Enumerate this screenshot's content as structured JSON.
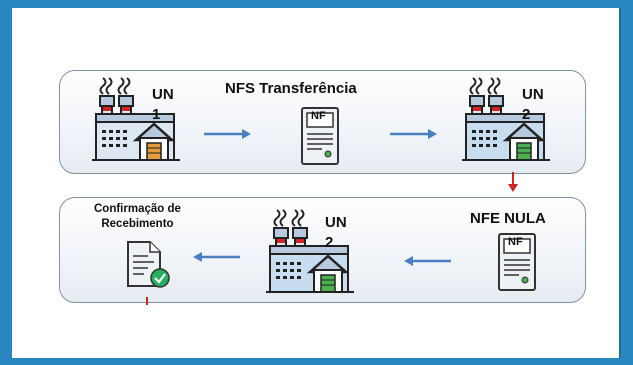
{
  "top_row": {
    "factory1_label": "UN\n1",
    "transfer_title": "NFS Transferência",
    "doc1_label": "NF",
    "factory2_label": "UN\n2"
  },
  "bottom_row": {
    "confirm_label": "Confirmação de\nRecebimento",
    "factory_label": "UN\n2",
    "null_title": "NFE NULA",
    "doc2_label": "NF"
  },
  "colors": {
    "arrow": "#4a7fc0",
    "down_arrow": "#d22222",
    "factory_fill": "#dde7f2",
    "factory_roof": "#b7c9df",
    "door_orange": "#e59a3c",
    "door_green": "#4caf50",
    "check": "#27ae60"
  }
}
